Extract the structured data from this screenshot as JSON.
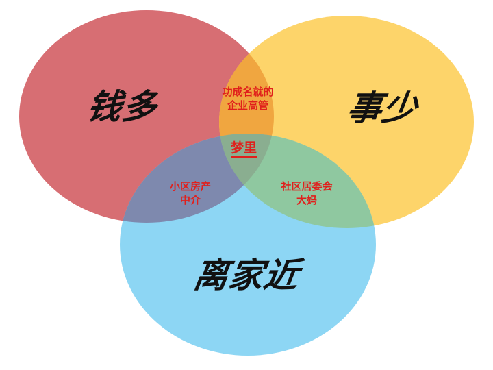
{
  "diagram": {
    "type": "venn",
    "circles": [
      {
        "id": "money",
        "label": "钱多",
        "color": "#d76e73"
      },
      {
        "id": "work",
        "label": "事少",
        "color": "#fdd46a"
      },
      {
        "id": "home",
        "label": "离家近",
        "color": "#8dd6f4"
      }
    ],
    "intersections": {
      "money_work": {
        "line1": "功成名就的",
        "line2": "企业高管",
        "color": "#f0a640"
      },
      "money_home": {
        "line1": "小区房产",
        "line2": "中介",
        "color": "#7e89ae"
      },
      "work_home": {
        "line1": "社区居委会",
        "line2": "大妈",
        "color": "#8fc8a0"
      },
      "center": {
        "label": "梦里",
        "color": "#8aae90"
      }
    },
    "text_color_main": "#111111",
    "text_color_intersections": "#e0201c"
  }
}
